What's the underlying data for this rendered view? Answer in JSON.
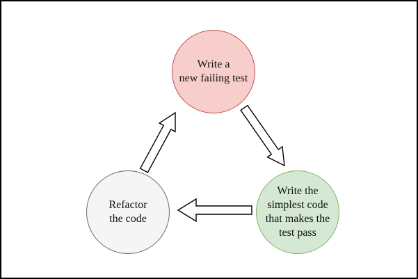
{
  "canvas": {
    "background": "#ffffff",
    "frame_border_color": "#000000",
    "text_color": "#111111"
  },
  "diagram_name": "tdd-cycle",
  "nodes": [
    {
      "id": "write-failing-test",
      "label": "Write a new failing test",
      "lines": [
        "Write a",
        "new failing test"
      ],
      "shape": "circle",
      "fill": "#f8cecc",
      "stroke": "#b85450"
    },
    {
      "id": "refactor-code",
      "label": "Refactor the code",
      "lines": [
        "Refactor",
        "the code"
      ],
      "shape": "circle",
      "fill": "#f5f5f5",
      "stroke": "#666666"
    },
    {
      "id": "write-simplest-code",
      "label": "Write the simplest code that makes the test pass",
      "lines": [
        "Write the",
        "simplest code",
        "that makes the",
        "test pass"
      ],
      "shape": "circle",
      "fill": "#d5e8d4",
      "stroke": "#82b366"
    }
  ],
  "edges": [
    {
      "from": "write-failing-test",
      "to": "write-simplest-code",
      "style": "hollow-arrow",
      "direction": "down-right",
      "arrow_fill": "#ffffff",
      "arrow_stroke": "#000000"
    },
    {
      "from": "write-simplest-code",
      "to": "refactor-code",
      "style": "hollow-arrow",
      "direction": "left",
      "arrow_fill": "#ffffff",
      "arrow_stroke": "#000000"
    },
    {
      "from": "refactor-code",
      "to": "write-failing-test",
      "style": "hollow-arrow",
      "direction": "up-right",
      "arrow_fill": "#ffffff",
      "arrow_stroke": "#000000"
    }
  ]
}
